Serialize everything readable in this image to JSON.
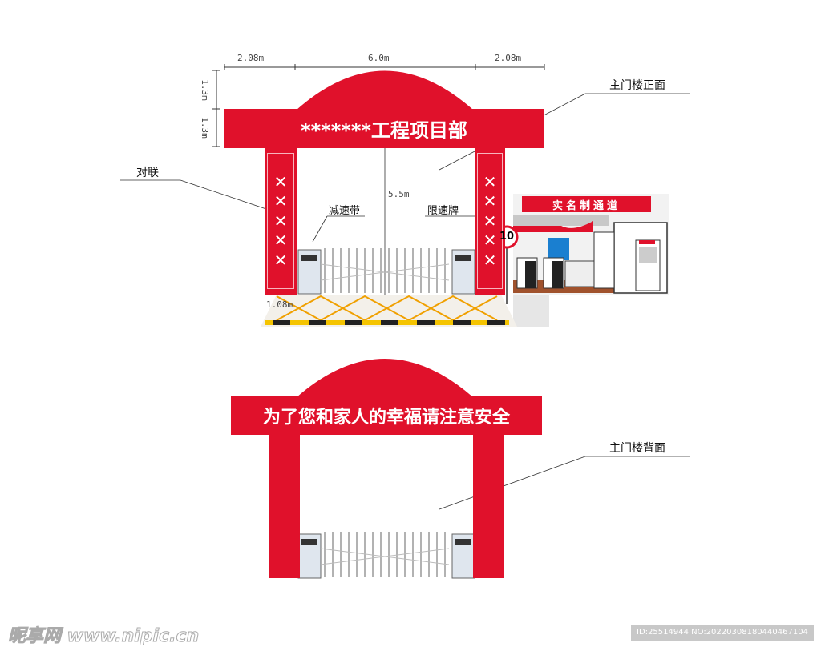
{
  "front": {
    "title": "主门楼正面",
    "header_text": "*******工程项目部",
    "dims": {
      "left_width": "2.08m",
      "center_width": "6.0m",
      "right_width": "2.08m",
      "arch_height": "1.3m",
      "band_height": "1.3m",
      "gate_height": "5.5m",
      "pillar_width": "1.08m"
    },
    "couplet_label": "对联",
    "couplet_chars": [
      "✕",
      "✕",
      "✕",
      "✕",
      "✕"
    ],
    "speed_bump_label": "减速带",
    "speed_sign_label": "限速牌",
    "speed_limit": "10",
    "booth_banner": "实名制通道"
  },
  "back": {
    "title": "主门楼背面",
    "header_text": "为了您和家人的幸福请注意安全"
  },
  "watermark": {
    "site": "昵享网 www.nipic.cn",
    "id": "ID:25514944 NO:20220308180440467104"
  },
  "colors": {
    "red": "#e0112b",
    "yellow": "#f5c400"
  }
}
